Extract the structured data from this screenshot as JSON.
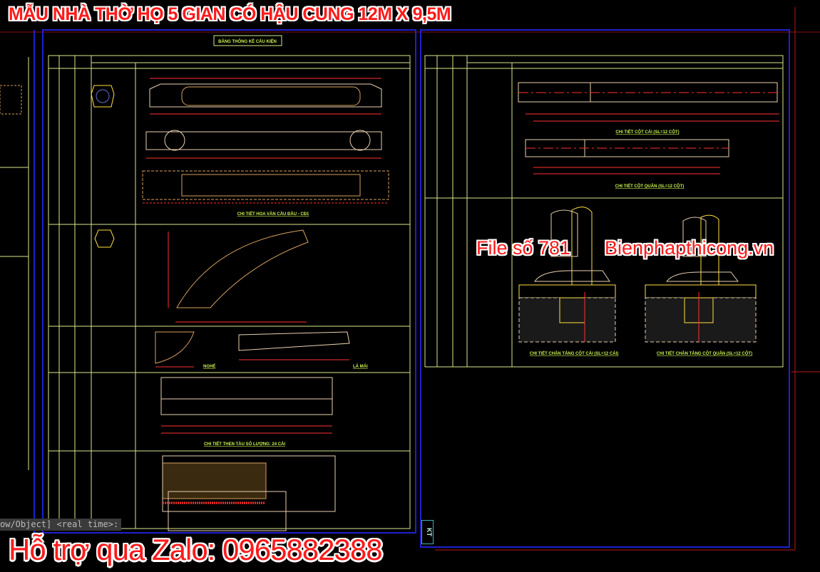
{
  "title": "MẪU NHÀ THỜ HỌ 5 GIAN CÓ HẬU CUNG 12M X 9,5M",
  "watermark": {
    "file": "File số 781",
    "site": "Bienphapthicong.vn"
  },
  "support": "Hỗ trợ qua Zalo: 0965882388",
  "command_line": "ow/Object] <real time>:",
  "sheet_tab": "KT",
  "left_sheet": {
    "table_title": "BẢNG THỐNG KÊ CẤU KIỆN",
    "labels": {
      "hoa_van": "CHI TIẾT HOA VĂN CẦU ĐẦU - CĐ1",
      "nghe": "NGHÉ",
      "la_mai": "LÁ MÁI",
      "then_tau": "CHI TIẾT THEN TÀU SỐ LƯỢNG: 24 CÁI"
    }
  },
  "right_sheet": {
    "labels": {
      "cot_cai": "CHI TIẾT CỘT CÁI (SL=12 CỘT)",
      "cot_quan": "CHI TIẾT CỘT QUÂN (SL=12 CỘT)",
      "chan_tang_cai": "CHI TIẾT CHÂN TẢNG CỘT CÁI (SL=12 CÁI)",
      "chan_tang_quan": "CHI TIẾT CHÂN TẢNG CỘT QUÂN (SL=12 CỘT)"
    }
  },
  "colors": {
    "background": "#000000",
    "sheet_border": "#2020d0",
    "table_line": "#d8e88a",
    "dimension": "#ff3030",
    "label": "#c8f050",
    "wood": "#d8a060",
    "overlay_text": "#ff1a1a"
  }
}
